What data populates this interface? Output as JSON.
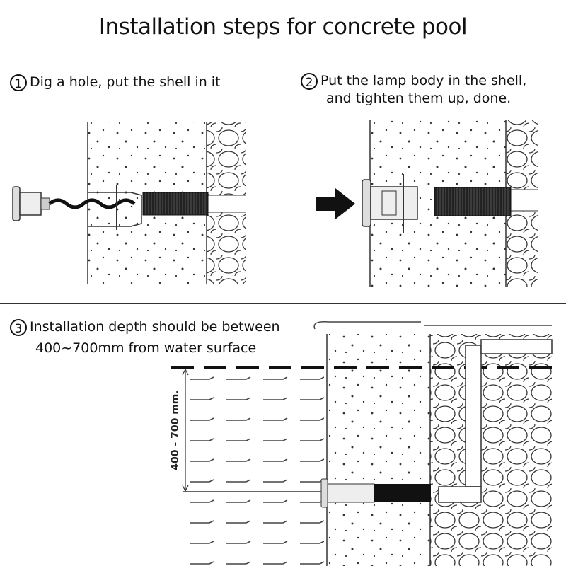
{
  "title": "Installation steps for concrete pool",
  "steps": [
    {
      "number": "1",
      "text": "Dig a hole, put the shell in it"
    },
    {
      "number": "2",
      "line1": "Put the lamp body in the shell,",
      "line2": "and tighten them up, done."
    },
    {
      "number": "3",
      "line1": "Installation depth should be between",
      "line2": "400~700mm from water surface"
    }
  ],
  "diagram": {
    "depth_label": "400 - 700 mm.",
    "materials": [
      "concrete",
      "stone",
      "water"
    ],
    "components": [
      "lamp",
      "shell",
      "cable",
      "conduit",
      "pipe"
    ]
  }
}
